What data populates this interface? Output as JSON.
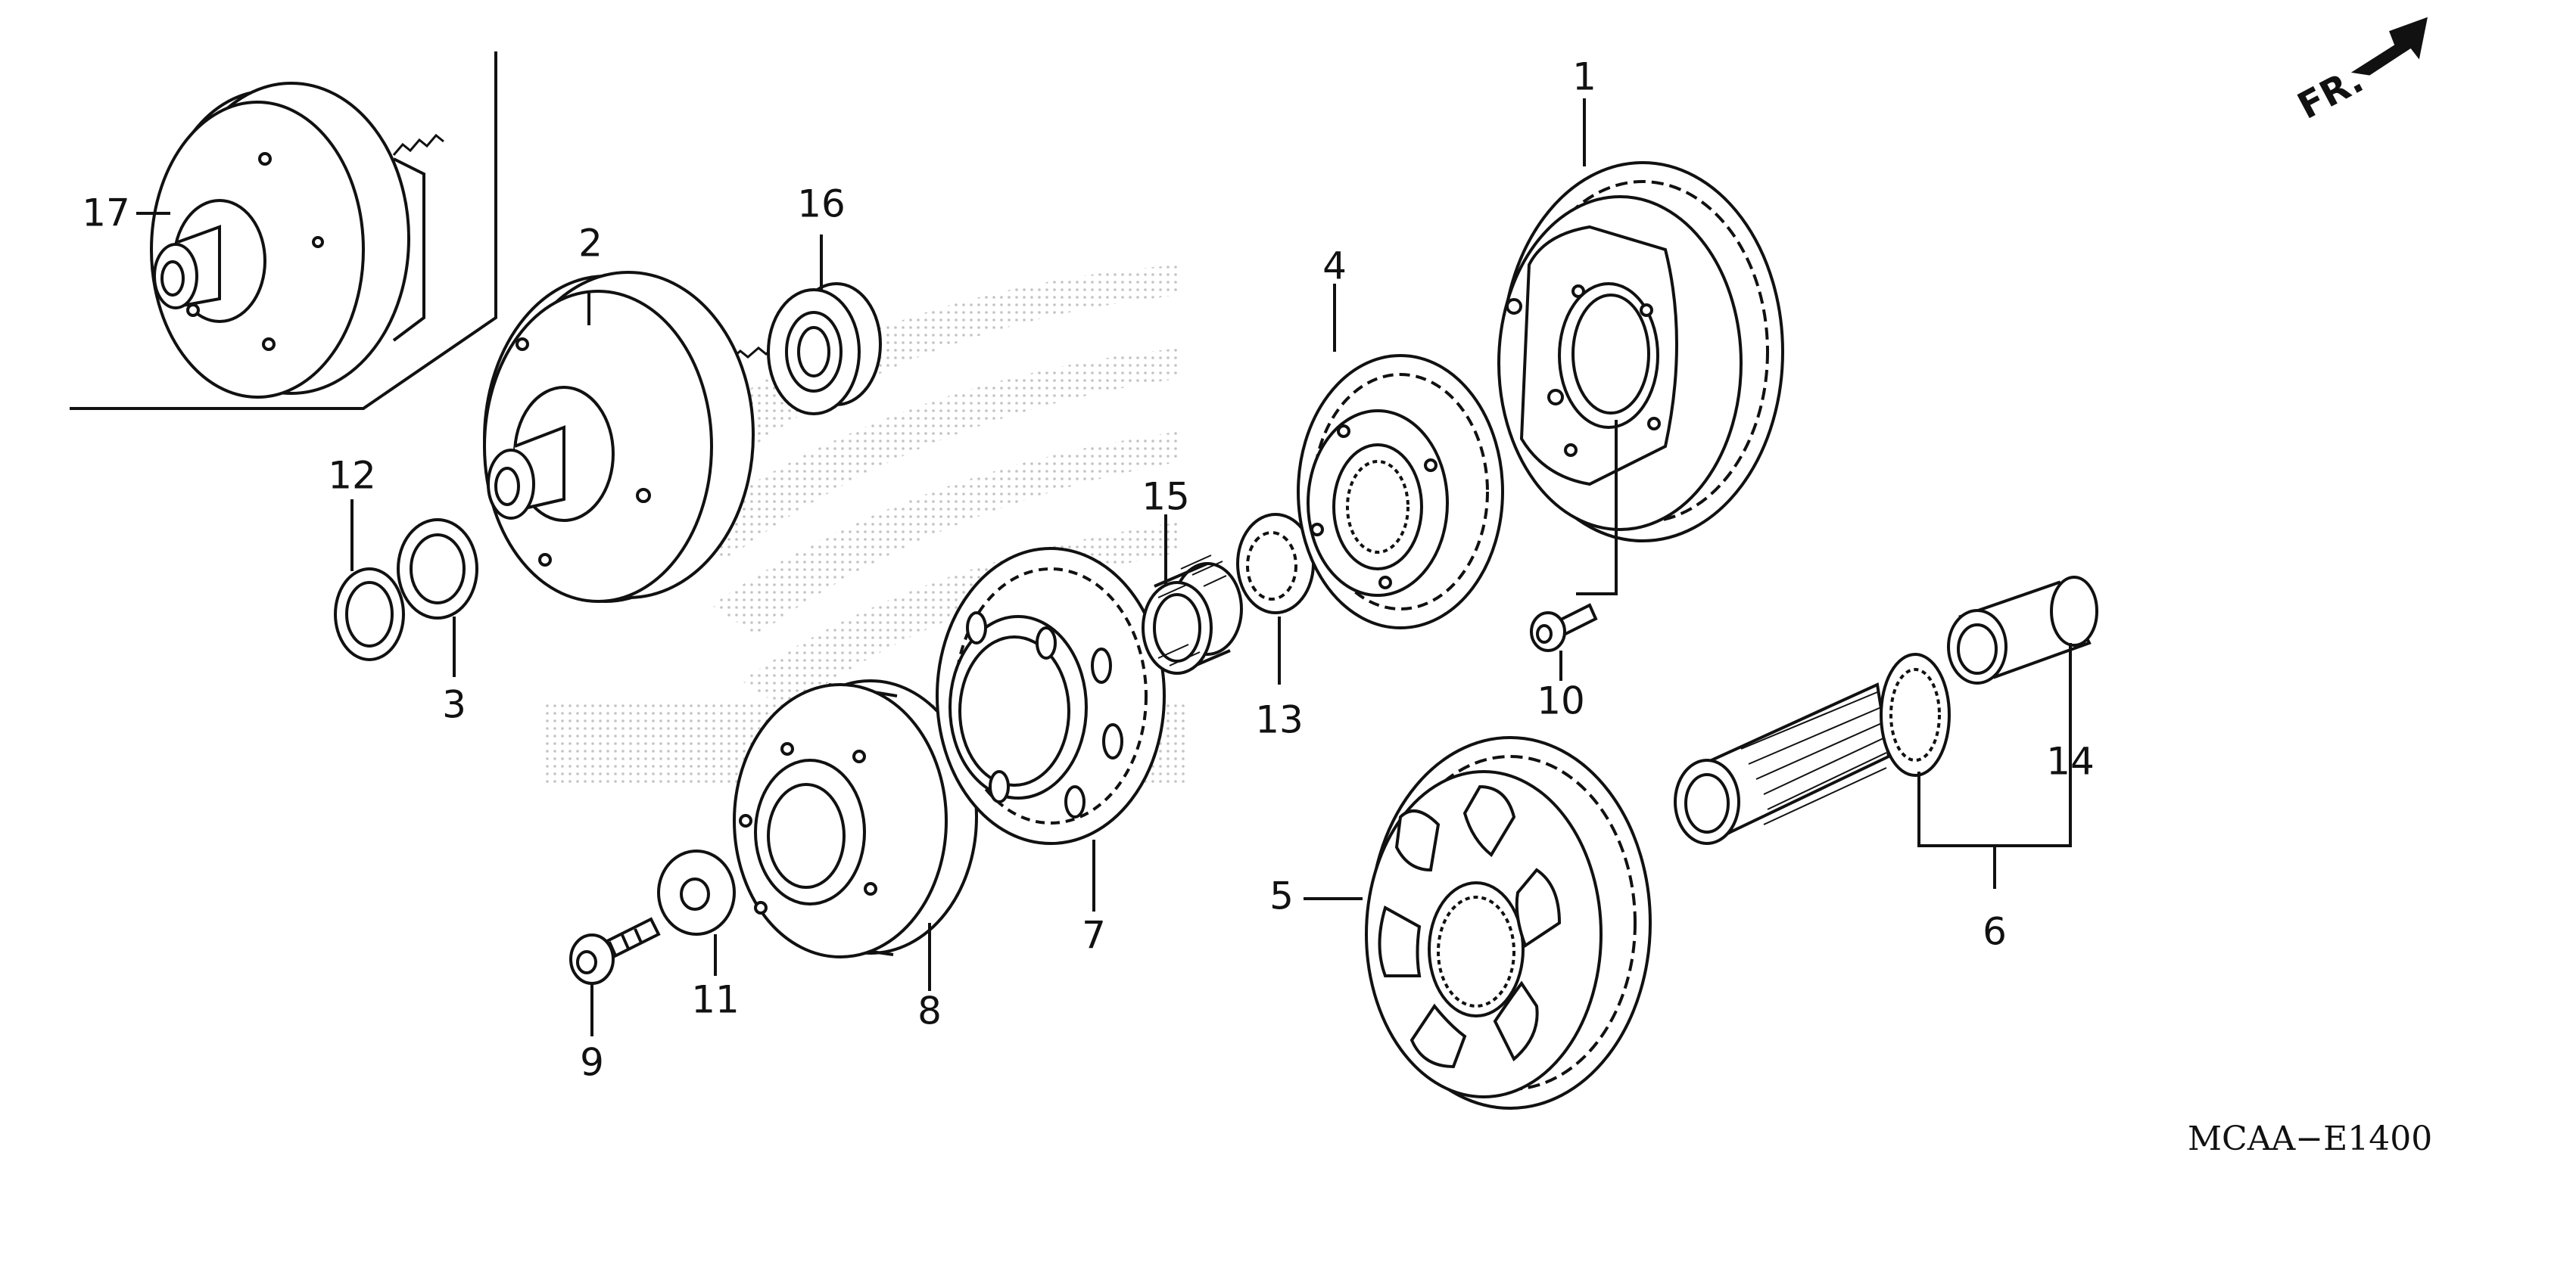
{
  "diagram": {
    "callouts": [
      "1",
      "2",
      "3",
      "4",
      "5",
      "6",
      "7",
      "8",
      "9",
      "10",
      "11",
      "12",
      "13",
      "14",
      "15",
      "16",
      "17"
    ],
    "direction_label": "FR.",
    "diagram_code": "MCAA−E1400"
  },
  "colors": {
    "ink": "#111111",
    "watermark": "#c9c9c9",
    "paper": "#ffffff"
  }
}
